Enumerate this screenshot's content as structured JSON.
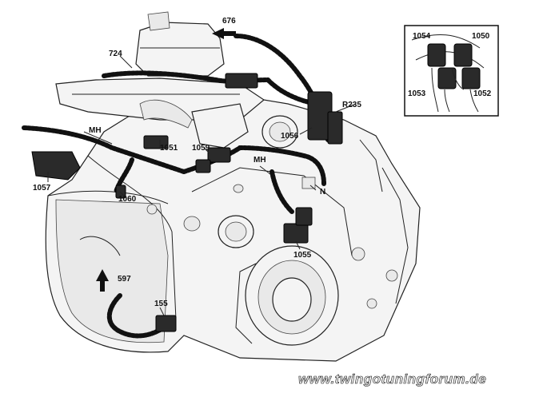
{
  "callouts": {
    "c676": "676",
    "c724": "724",
    "c1054": "1054",
    "c1050": "1050",
    "c1053": "1053",
    "c1052": "1052",
    "cR235": "R235",
    "cMH_left": "MH",
    "c1051": "1051",
    "c1059": "1059",
    "c1056": "1056",
    "cMH_center": "MH",
    "c1057": "1057",
    "c1060": "1060",
    "cN": "N",
    "c1055": "1055",
    "c597": "597",
    "c155": "155"
  },
  "watermark": "www.twingotuningforum.de"
}
